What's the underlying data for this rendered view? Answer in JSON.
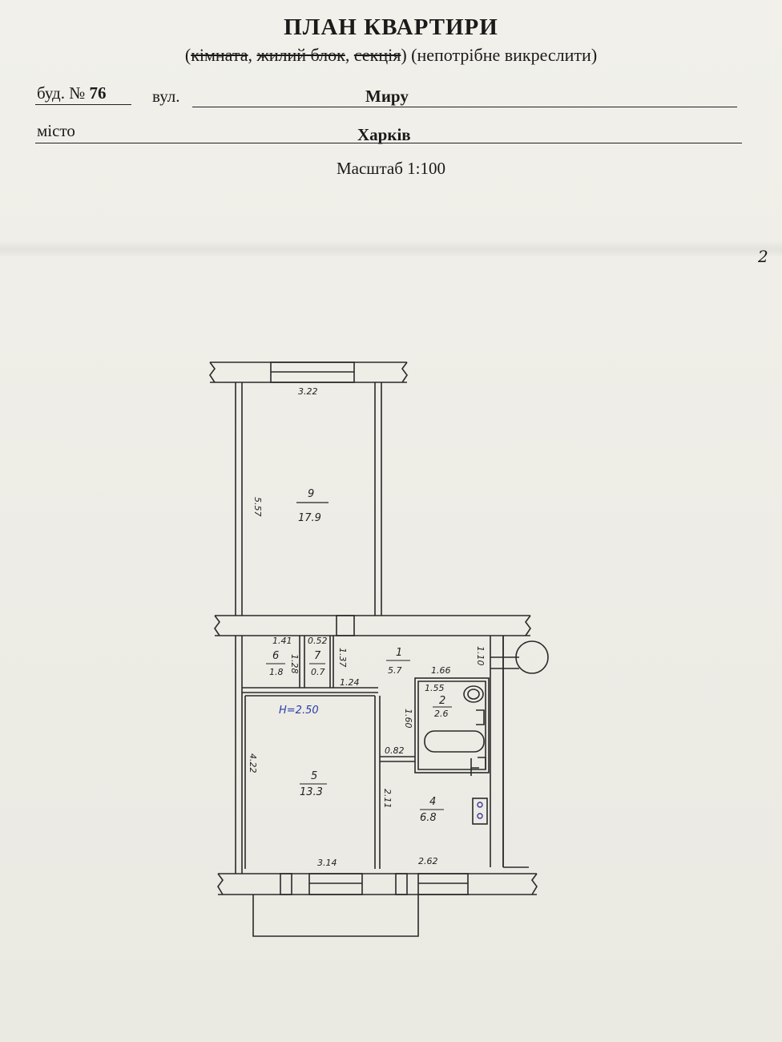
{
  "header": {
    "title": "ПЛАН КВАРТИРИ",
    "sub_open": "(",
    "sub_room": "кімната",
    "sub_sep1": ", ",
    "sub_block": "жилий блок",
    "sub_sep2": ", ",
    "sub_section": "секція",
    "sub_close": ")",
    "sub_note": " (непотрібне викреслити)"
  },
  "address": {
    "building_label": "буд. №",
    "building_number": "76",
    "street_label": "вул.",
    "street": "Миру",
    "city_label": "місто",
    "city": "Харків"
  },
  "scale": "Масштаб 1:100",
  "page_mark": "2",
  "plan": {
    "ceiling_height": "H=2.50",
    "rooms": [
      {
        "number": "9",
        "area": "17.9"
      },
      {
        "number": "6",
        "area": "1.8"
      },
      {
        "number": "7",
        "area": "0.7"
      },
      {
        "number": "1",
        "area": "5.7"
      },
      {
        "number": "2",
        "area": "2.6"
      },
      {
        "number": "5",
        "area": "13.3"
      },
      {
        "number": "4",
        "area": "6.8"
      }
    ],
    "dims": {
      "r9_width": "3.22",
      "r9_length": "5.57",
      "r6_width": "1.41",
      "r6_depth": "1.28",
      "r7_width": "0.52",
      "r7_depth": "1.37",
      "hall_width": "1.66",
      "hall_right": "1.10",
      "hall_door": "1.24",
      "bath_width": "1.55",
      "bath_depth": "1.60",
      "passage": "0.82",
      "r5_length": "4.22",
      "r5_width": "3.14",
      "r4_length": "2.11",
      "r4_width": "2.62"
    }
  }
}
